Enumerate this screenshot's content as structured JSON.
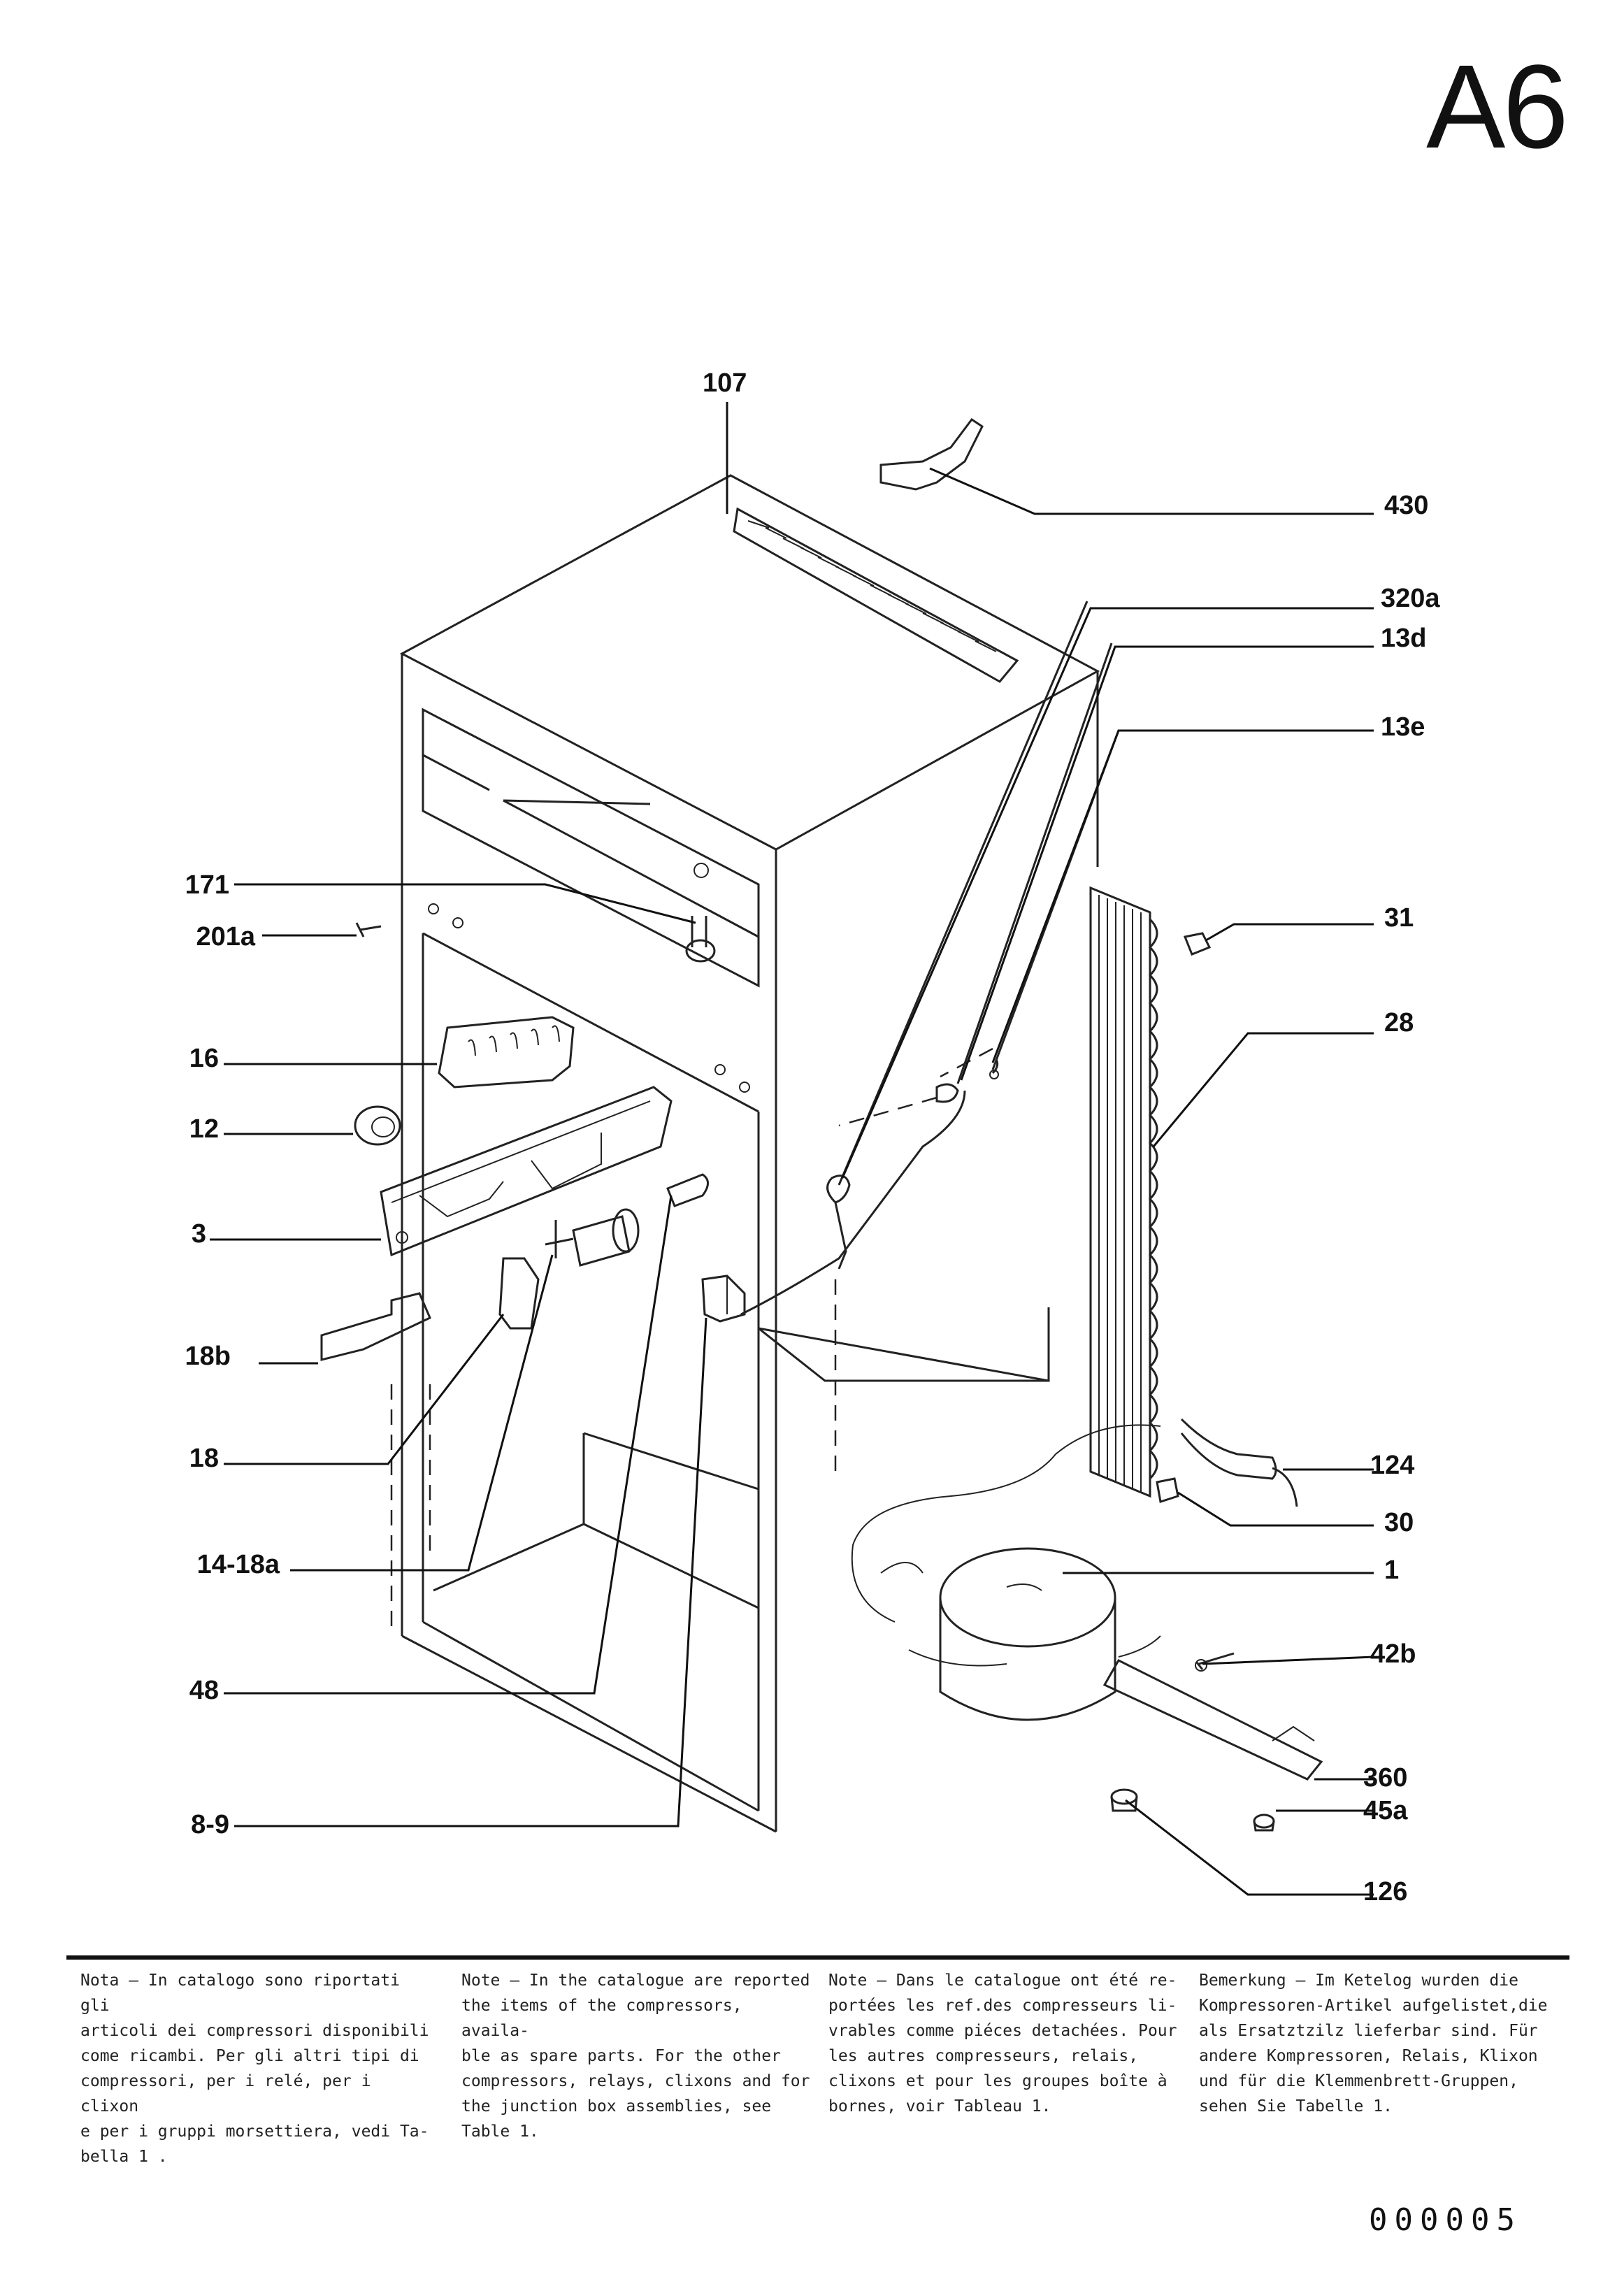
{
  "page_code": "A6",
  "document_number": "000005",
  "callouts": {
    "p107": "107",
    "p430": "430",
    "p320a": "320a",
    "p13d": "13d",
    "p13e": "13e",
    "p171": "171",
    "p201a": "201a",
    "p31": "31",
    "p28": "28",
    "p16": "16",
    "p12": "12",
    "p3": "3",
    "p18b": "18b",
    "p18": "18",
    "p14_18a": "14-18a",
    "p124": "124",
    "p30": "30",
    "p1": "1",
    "p42b": "42b",
    "p48": "48",
    "p360": "360",
    "p45a": "45a",
    "p8_9": "8-9",
    "p126": "126"
  },
  "notes": {
    "italian": "Nota – In catalogo sono riportati gli\narticoli dei compressori disponibili\ncome ricambi. Per gli altri tipi di\ncompressori, per i relé, per i clixon\ne per i gruppi morsettiera, vedi Ta-\nbella 1 .",
    "english": "Note – In the catalogue are reported\nthe items of the compressors, availa-\nble as spare parts. For the other\ncompressors, relays, clixons and for\nthe junction box assemblies, see\nTable  1.",
    "french": "Note – Dans le catalogue ont été re-\nportées les ref.des compresseurs li-\nvrables comme piéces detachées. Pour\nles autres compresseurs, relais,\nclixons et pour les groupes boîte à\nbornes, voir Tableau 1.",
    "german": "Bemerkung – Im Ketelog wurden die\nKompressoren-Artikel aufgelistet,die\nals Ersatztzilz lieferbar sind. Für\nandere Kompressoren, Relais, Klixon\nund für die Klemmenbrett-Gruppen,\nsehen Sie Tabelle 1."
  }
}
